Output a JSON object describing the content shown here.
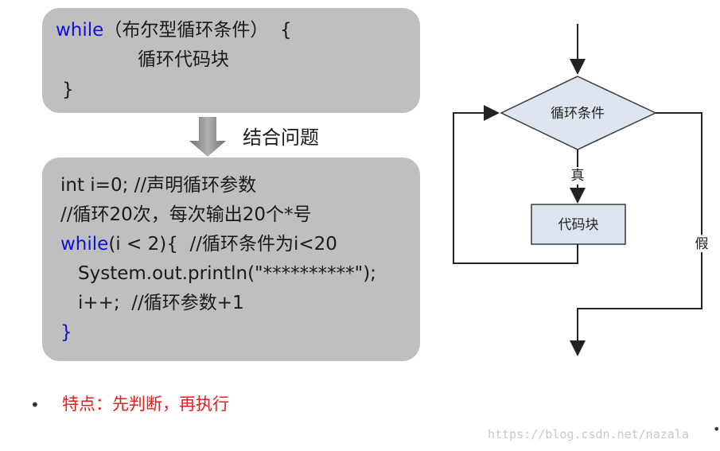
{
  "syntax": {
    "line1_kw": "while",
    "line1_rest": "（布尔型循环条件）  {",
    "line2": "循环代码块",
    "line3": "}"
  },
  "transition": {
    "label": "结合问题"
  },
  "example": {
    "line1": "int i=0; //声明循环参数",
    "line2": "//循环20次，每次输出20个*号",
    "line3_kw": "while",
    "line3_rest": "(i < 2){  //循环条件为i<20",
    "line4": "System.out.println(\"**********\");",
    "line5": "i++;  //循环参数+1",
    "line6": "}"
  },
  "flowchart": {
    "condition": "循环条件",
    "true_label": "真",
    "block": "代码块",
    "false_label": "假"
  },
  "colors": {
    "keyword": "#1010d8",
    "highlight": "#e02020",
    "box_fill": "#bfbfbf",
    "diamond_fill": "#dde6f0",
    "block_fill": "#dde6f0"
  },
  "feature": {
    "text": "特点：先判断，再执行"
  },
  "watermark": "https://blog.csdn.net/nazala"
}
